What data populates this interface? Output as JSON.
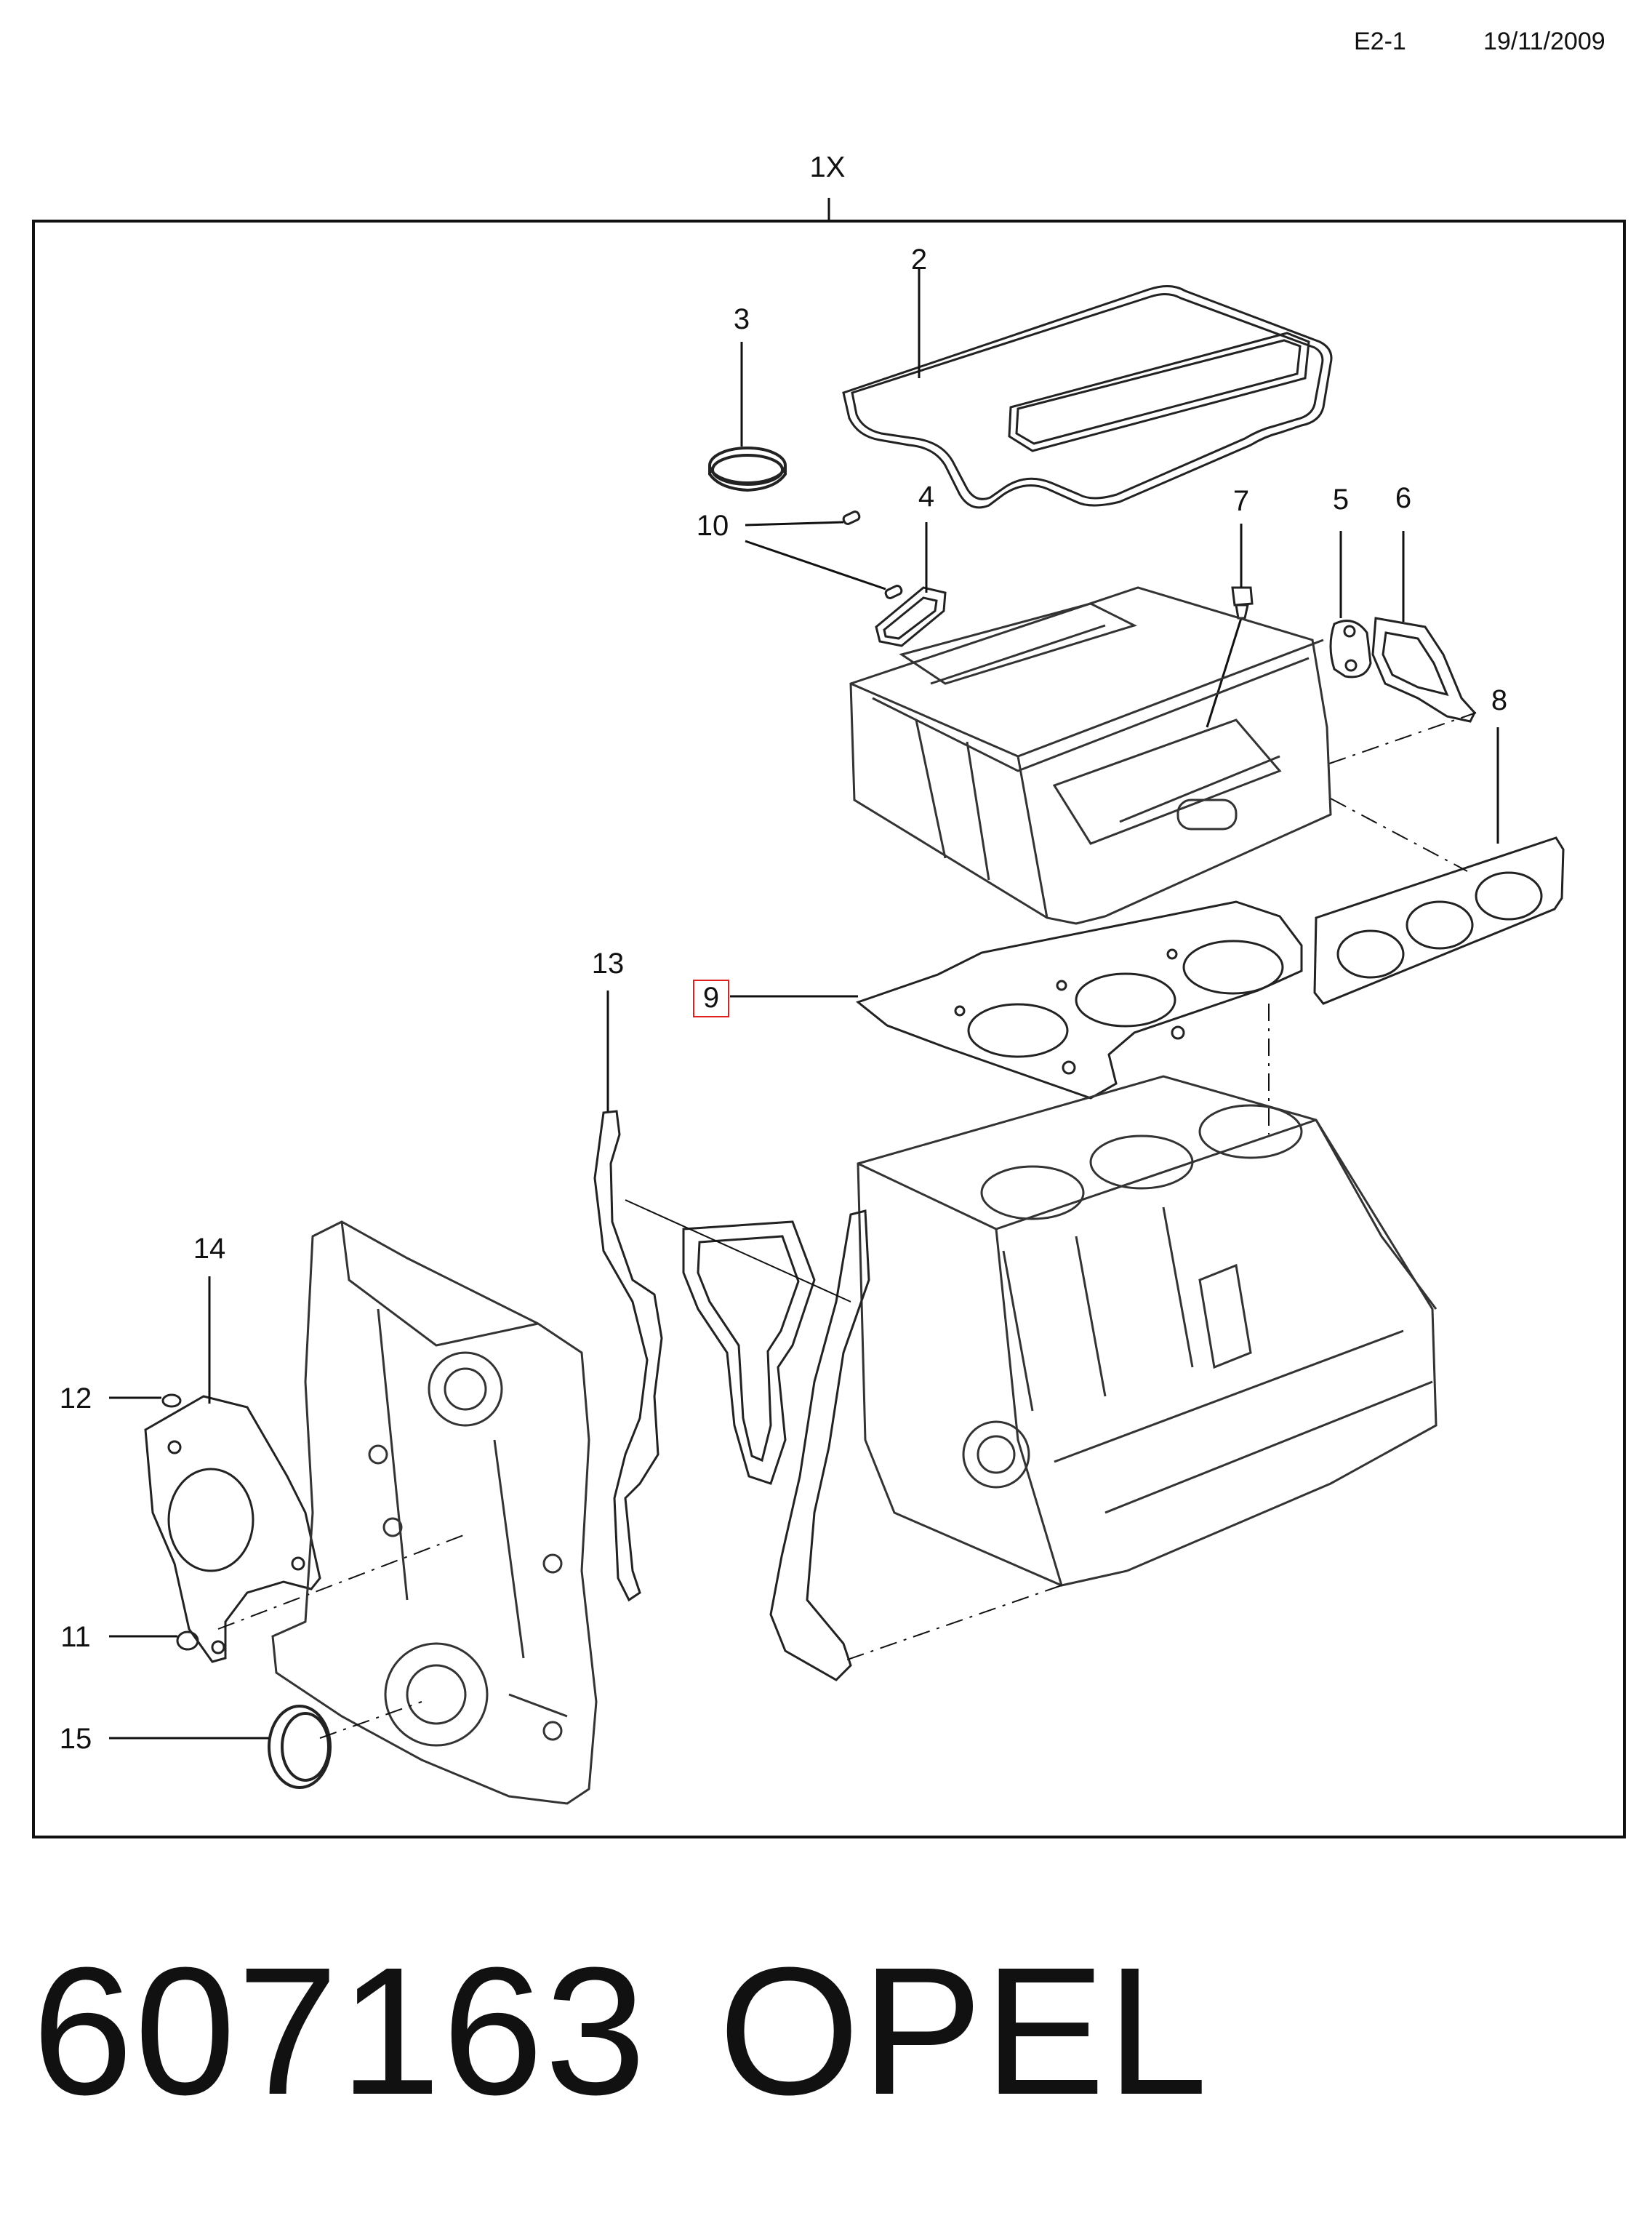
{
  "header": {
    "code": "E2-1",
    "date": "19/11/2009"
  },
  "assembly_label": "1X",
  "callouts": [
    {
      "id": "2",
      "label": "2"
    },
    {
      "id": "3",
      "label": "3"
    },
    {
      "id": "4",
      "label": "4"
    },
    {
      "id": "5",
      "label": "5"
    },
    {
      "id": "6",
      "label": "6"
    },
    {
      "id": "7",
      "label": "7"
    },
    {
      "id": "8",
      "label": "8"
    },
    {
      "id": "9",
      "label": "9",
      "highlight_color": "#e02020"
    },
    {
      "id": "10",
      "label": "10"
    },
    {
      "id": "11",
      "label": "11"
    },
    {
      "id": "12",
      "label": "12"
    },
    {
      "id": "13",
      "label": "13"
    },
    {
      "id": "14",
      "label": "14"
    },
    {
      "id": "15",
      "label": "15"
    }
  ],
  "footer": {
    "part_number": "607163",
    "brand": "OPEL"
  }
}
